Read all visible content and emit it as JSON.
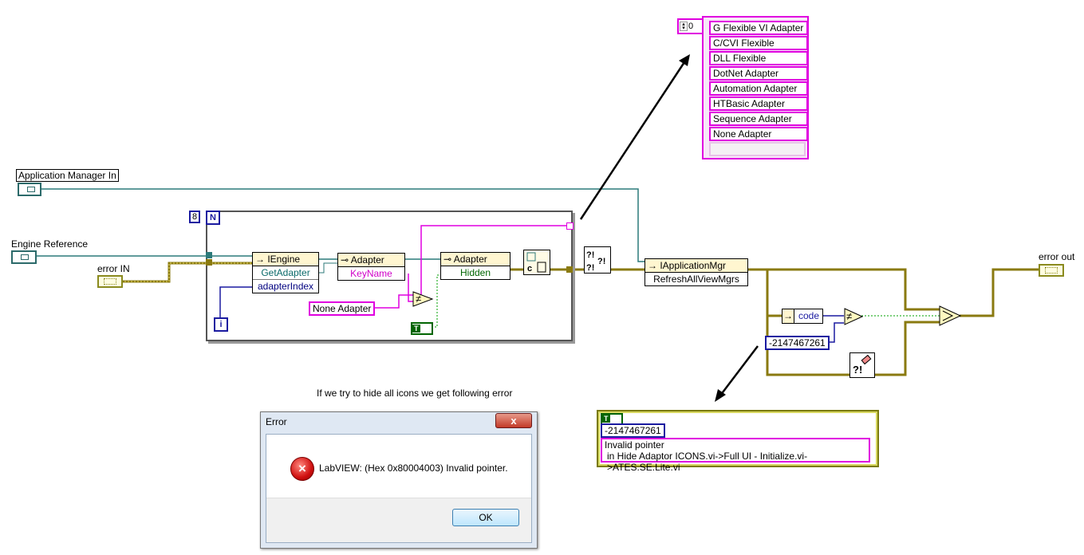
{
  "labels": {
    "app_mgr_in": "Application Manager In",
    "engine_ref": "Engine Reference",
    "error_in": "error IN",
    "error_out": "error out",
    "loop_count": "8",
    "loop_n": "N",
    "loop_i": "i",
    "annotation": "If we try to hide all icons we get following error"
  },
  "nodes": {
    "iengine": {
      "title": "IEngine",
      "method": "GetAdapter",
      "param": "adapterIndex"
    },
    "adapter1": {
      "title": "Adapter",
      "prop": "KeyName"
    },
    "adapter2": {
      "title": "Adapter",
      "prop": "Hidden"
    },
    "appmgr": {
      "title": "IApplicationMgr",
      "method": "RefreshAllViewMgrs"
    },
    "code": {
      "label": "code"
    }
  },
  "constants": {
    "none_adapter": "None Adapter",
    "bool_true": "T",
    "neg_code": "-2147467261"
  },
  "symbols": {
    "arrow_icon": "→",
    "not_equal": "≠",
    "property_icon": "⊸"
  },
  "array": {
    "index": "0",
    "items": [
      "G Flexible VI Adapter",
      "C/CVI Flexible",
      "DLL Flexible",
      "DotNet Adapter",
      "Automation Adapter",
      "HTBasic Adapter",
      "Sequence Adapter",
      "None Adapter"
    ]
  },
  "error_cluster": {
    "status": "T",
    "code": "-2147467261",
    "source_line1": "Invalid pointer",
    "source_line2": "in Hide Adaptor ICONS.vi->Full UI - Initialize.vi->ATES.SE.Lite.vi"
  },
  "dialog": {
    "title": "Error",
    "close": "x",
    "message": "LabVIEW:  (Hex 0x80004003) Invalid pointer.",
    "icon": "×",
    "ok": "OK"
  },
  "colors": {
    "refnum_wire": "#2c7a7a",
    "error_wire": "#b8a62a",
    "string_wire": "#e000e0",
    "bool_wire": "#00a000",
    "int_wire": "#1a1aa0"
  }
}
